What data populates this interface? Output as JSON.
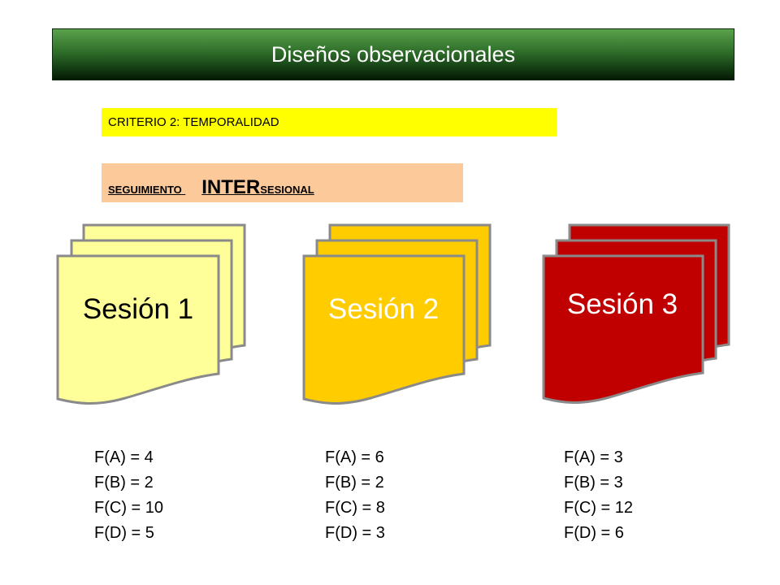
{
  "title": "Diseños observacionales",
  "criterio": "CRITERIO 2: TEMPORALIDAD",
  "seguimiento": {
    "prefix": "SEGUIMIENTO",
    "emphasis": "INTER",
    "suffix": "SESIONAL"
  },
  "sessions": [
    {
      "label": "Sesión 1",
      "color": "#ffff99",
      "text_color": "#000000",
      "frequencies": [
        "F(A) = 4",
        "F(B) = 2",
        "F(C) = 10",
        "F(D) = 5"
      ]
    },
    {
      "label": "Sesión 2",
      "color": "#ffcc00",
      "text_color": "#ffffff",
      "frequencies": [
        "F(A) = 6",
        "F(B) = 2",
        "F(C) = 8",
        "F(D) = 3"
      ]
    },
    {
      "label": "Sesión 3",
      "color": "#c00000",
      "text_color": "#ffffff",
      "frequencies": [
        "F(A) = 3",
        "F(B) = 3",
        "F(C) = 12",
        "F(D) = 6"
      ]
    }
  ]
}
